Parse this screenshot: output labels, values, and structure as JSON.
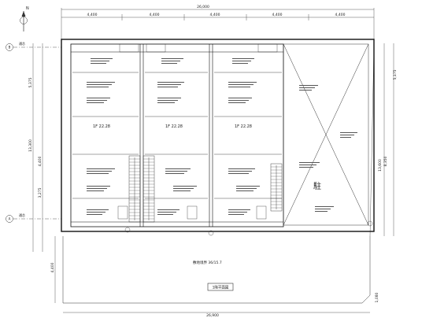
{
  "drawing": {
    "top_dimensions": [
      "4,400",
      "4,400",
      "4,400",
      "4,400",
      "4,400"
    ],
    "top_total_dimension": "26,000",
    "bottom_total_dimension": "26,900",
    "left_dimensions": [
      "5,375",
      "13,300",
      "4,400",
      "3,275"
    ],
    "right_dimensions": [
      "5,175",
      "8,350"
    ],
    "inner_dimension": "13,600",
    "axis_labels": [
      "通芯",
      "通芯"
    ],
    "axis_keys": [
      "B",
      "A"
    ],
    "room_labels": [
      "1F 22.28",
      "1F 22.28",
      "1F 22.28"
    ],
    "site_note": "敷地境界 36/15.7",
    "compass_label": "N",
    "title_box": "1階平面図",
    "corner_dimension": "1,080",
    "parking_mark": "駐"
  }
}
